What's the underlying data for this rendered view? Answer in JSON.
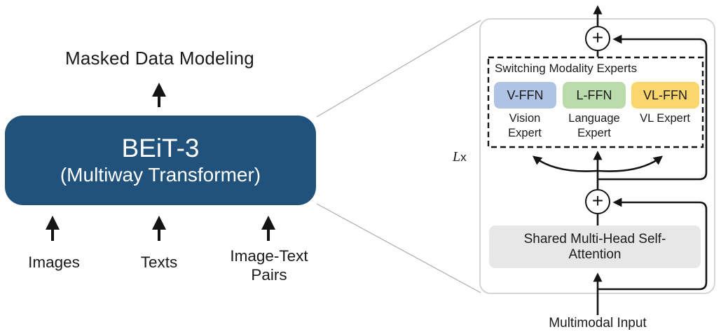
{
  "pretraining_objective": "Masked Data Modeling",
  "model": {
    "name": "BEiT-3",
    "architecture": "(Multiway Transformer)",
    "box_color": "#21527C"
  },
  "inputs": [
    {
      "label": "Images"
    },
    {
      "label": "Texts"
    },
    {
      "label": "Image-Text Pairs"
    }
  ],
  "transformer_block": {
    "repeat_factor": "L",
    "repeat_times": "x",
    "experts_group": {
      "title": "Switching Modality Experts",
      "experts": [
        {
          "ffn_label": "V-FFN",
          "expert_label": "Vision Expert",
          "color": "#AFC4E5"
        },
        {
          "ffn_label": "L-FFN",
          "expert_label": "Language Expert",
          "color": "#BADBAC"
        },
        {
          "ffn_label": "VL-FFN",
          "expert_label": "VL Expert",
          "color": "#FAD66C"
        }
      ]
    },
    "attention": {
      "label": "Shared Multi-Head Self-Attention",
      "box_color": "#E7E7E7"
    },
    "residual_add_symbol": "+",
    "input_label": "Multimodal Input"
  }
}
